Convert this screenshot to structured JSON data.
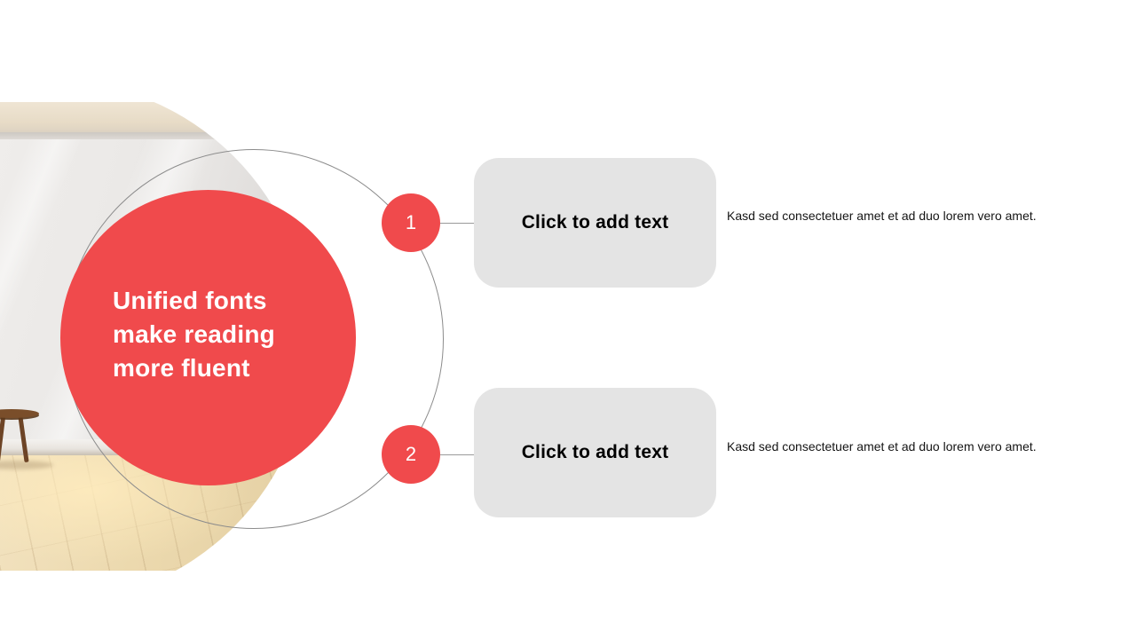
{
  "slide": {
    "hero": {
      "title": "Unified fonts make reading more fluent"
    },
    "items": [
      {
        "number": "1",
        "box_label": "Click to add text",
        "description": "Kasd sed consectetuer amet et ad duo lorem vero amet."
      },
      {
        "number": "2",
        "box_label": "Click to add text",
        "description": "Kasd sed consectetuer amet et ad duo lorem vero amet."
      }
    ],
    "colors": {
      "accent": "#f04a4c",
      "box_background": "#e4e4e4",
      "circle_outline": "#8c8c8c",
      "body_text": "#141414",
      "title_text": "#ffffff"
    }
  }
}
